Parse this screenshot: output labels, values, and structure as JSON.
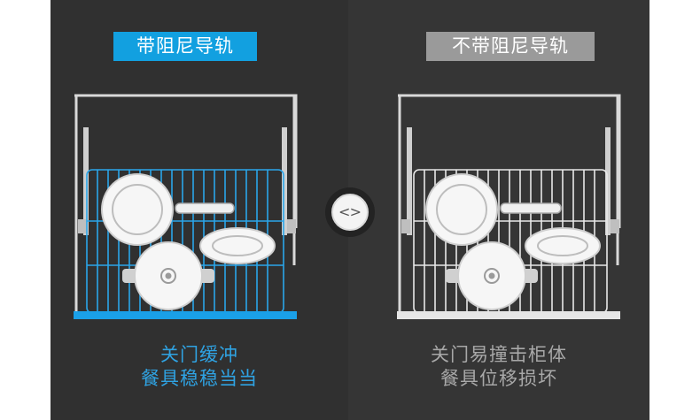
{
  "left": {
    "badge": "带阻尼导轨",
    "caption_line1": "关门缓冲",
    "caption_line2": "餐具稳稳当当",
    "accent": "#12a0e0",
    "rack_color": "#2aa6ea"
  },
  "right": {
    "badge": "不带阻尼导轨",
    "caption_line1": "关门易撞击柜体",
    "caption_line2": "餐具位移损坏",
    "accent": "#9a9a9a",
    "rack_color": "#e8e8e8"
  },
  "toggle": {
    "left_glyph": "<",
    "right_glyph": ">"
  },
  "icons": [
    "plate-icon",
    "pan-icon",
    "oval-dish-icon",
    "pot-icon",
    "drawer-rack-icon"
  ]
}
